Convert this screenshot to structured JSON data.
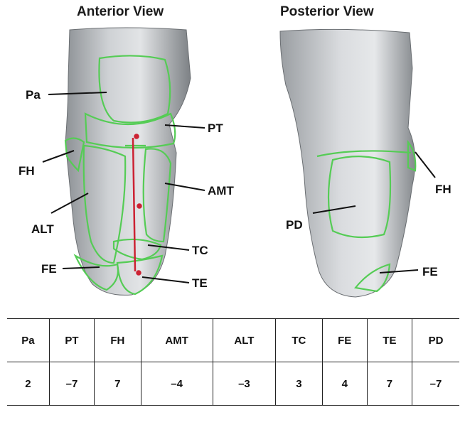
{
  "views": {
    "anterior": "Anterior View",
    "posterior": "Posterior View"
  },
  "anterior_labels": {
    "pa": "Pa",
    "pt": "PT",
    "fh": "FH",
    "amt": "AMT",
    "alt": "ALT",
    "tc": "TC",
    "fe": "FE",
    "te": "TE"
  },
  "posterior_labels": {
    "pd": "PD",
    "fh": "FH",
    "fe": "FE"
  },
  "table": {
    "headers": [
      "Pa",
      "PT",
      "FH",
      "AMT",
      "ALT",
      "TC",
      "FE",
      "TE",
      "PD"
    ],
    "values": [
      "2",
      "–7",
      "7",
      "–4",
      "–3",
      "3",
      "4",
      "7",
      "–7"
    ]
  },
  "colors": {
    "region_outline": "#55cc55",
    "marker": "#cc2233"
  }
}
